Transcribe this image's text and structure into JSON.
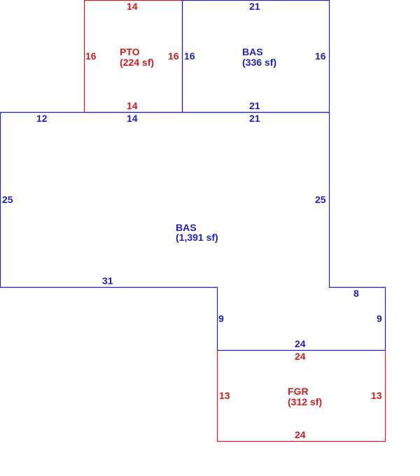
{
  "colors": {
    "bas": "#1f1fc4",
    "non_living": "#d11d1d"
  },
  "areas": {
    "pto": {
      "code": "PTO",
      "area": "(224 sf)"
    },
    "bas_top": {
      "code": "BAS",
      "area": "(336 sf)"
    },
    "bas_main": {
      "code": "BAS",
      "area": "(1,391 sf)"
    },
    "fgr": {
      "code": "FGR",
      "area": "(312 sf)"
    }
  },
  "dims": {
    "pto_top": "14",
    "pto_left": "16",
    "pto_right": "16",
    "pto_bottom": "14",
    "bas_top_top": "21",
    "bas_top_left": "16",
    "bas_top_right": "16",
    "bas_top_bottom": "21",
    "main_top_left": "12",
    "main_top_mid": "14",
    "main_top_right": "21",
    "main_left": "25",
    "main_right": "25",
    "main_bottom_left": "31",
    "main_step_right": "8",
    "main_lower_left": "9",
    "main_lower_right": "9",
    "main_bottom": "24",
    "fgr_top": "24",
    "fgr_left": "13",
    "fgr_right": "13",
    "fgr_bottom": "24"
  }
}
